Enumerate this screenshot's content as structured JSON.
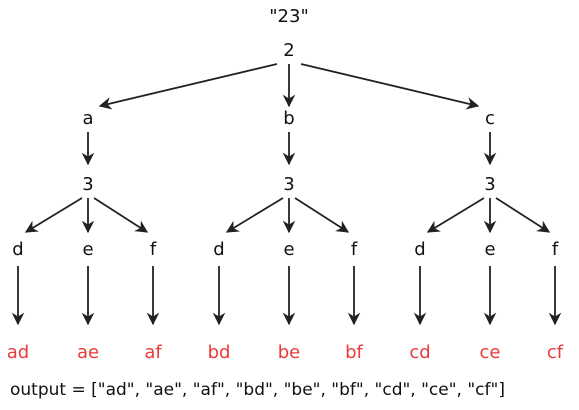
{
  "title": "\"23\"",
  "root": "2",
  "level1": [
    {
      "letter": "a",
      "digit": "3",
      "children": [
        "d",
        "e",
        "f"
      ],
      "results": [
        "ad",
        "ae",
        "af"
      ]
    },
    {
      "letter": "b",
      "digit": "3",
      "children": [
        "d",
        "e",
        "f"
      ],
      "results": [
        "bd",
        "be",
        "bf"
      ]
    },
    {
      "letter": "c",
      "digit": "3",
      "children": [
        "d",
        "e",
        "f"
      ],
      "results": [
        "cd",
        "ce",
        "cf"
      ]
    }
  ],
  "output": "output = [\"ad\", \"ae\", \"af\", \"bd\", \"be\", \"bf\", \"cd\", \"ce\", \"cf\"]",
  "colors": {
    "text": "#111111",
    "result": "#e83a3a",
    "edge": "#222222"
  }
}
